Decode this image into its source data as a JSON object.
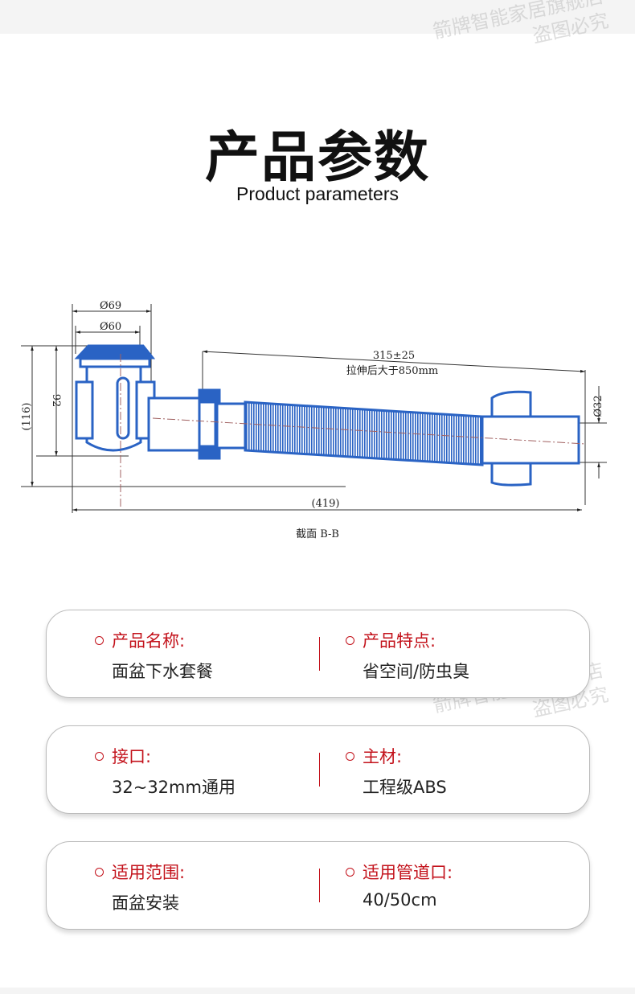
{
  "watermark": {
    "line1": "箭牌智能家居旗舰店",
    "line2": "盗图必究"
  },
  "header": {
    "title": "产品参数",
    "subtitle": "Product parameters"
  },
  "drawing": {
    "dim_outer_diameter": "Ø69",
    "dim_inner_diameter": "Ø60",
    "dim_total_height": "(116)",
    "dim_body_height": "92",
    "dim_hose_length": "315±25",
    "dim_hose_note": "拉伸后大于850mm",
    "dim_outlet_diameter": "Ø32",
    "dim_total_length": "(419)",
    "caption": "截面 B-B",
    "colors": {
      "part": "#2a63c4",
      "line": "#333333",
      "center": "#a06060"
    }
  },
  "specs": [
    {
      "left": {
        "label": "产品名称:",
        "value": "面盆下水套餐"
      },
      "right": {
        "label": "产品特点:",
        "value": "省空间/防虫臭"
      }
    },
    {
      "left": {
        "label": "接口:",
        "value": "32~32mm通用"
      },
      "right": {
        "label": "主材:",
        "value": "工程级ABS"
      }
    },
    {
      "left": {
        "label": "适用范围:",
        "value": "面盆安装"
      },
      "right": {
        "label": "适用管道口:",
        "value": "40/50cm"
      }
    }
  ]
}
